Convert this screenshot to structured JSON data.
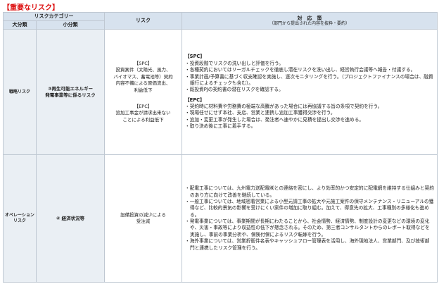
{
  "page": {
    "title": "【重要なリスク】"
  },
  "header": {
    "category": "リスクカテゴリー",
    "major": "大分類",
    "minor": "小分類",
    "risk": "リスク",
    "measure": "対　応　策",
    "measure_note": "（部門から提出された内容を抜粋・要約）"
  },
  "rows": [
    {
      "major": "戦略リスク",
      "minor_lines": [
        "③再生可能エネルギー",
        "発電事業等に係るリスク"
      ],
      "risks": [
        {
          "tag": "【SPC】",
          "lines": [
            "投資案件（太陽光、風力、",
            "バイオマス、蓄電池等）契約",
            "内容不備による原価流出、",
            "利益低下"
          ]
        },
        {
          "tag": "【EPC】",
          "lines": [
            "追加工事金が請求出来ない",
            "ことによる利益低下"
          ]
        }
      ],
      "measures": [
        {
          "tag": "【SPC】",
          "items": [
            "投資段階でリスクの洗い出しと評価を行う。",
            "各種契約においてはリーガルチェックを徹底し潜在リスクを洗い出し、経営執行会議等へ報告・付議する。",
            "事業計画/予算書に基づく収支確認を実施し、逐次モニタリングを行う。（プロジェクトファイナンスの場合は、融資銀行によるチェックも含む）。",
            "既投資PJの契約書の潜在リスクを確認する。"
          ]
        },
        {
          "tag": "【EPC】",
          "items": [
            "契約時に材料費や労務費の極端な高騰があった場合には再協議する旨の条項で契約を行う。",
            "現場任せにせず本社、支店、営業と連携し追加工事獲得交渉を行う。",
            "追加・変更工事が発生した場合は、発注者へ速やかに見積を提出し交渉を進める。",
            "取り決め後に工事に着手する。"
          ]
        }
      ]
    },
    {
      "major_lines": [
        "オペレーション",
        "リスク"
      ],
      "minor_lines": [
        "④ 経済状況等"
      ],
      "risks": [
        {
          "tag": "",
          "lines": [
            "設備投資の減少による",
            "受注減"
          ]
        }
      ],
      "measures": [
        {
          "tag": "",
          "items": [
            "配電工事については、九州電力送配電㈱との連絡を密にし、より効率的かつ安定的に配電網を維持する仕組みと契約のあり方に向けて改善を継続している。",
            "一般工事については、地域密着営業による小型元請工事の拡大や元施工案件の保守メンテナンス・リニューアルの獲得など、比較的景気の影響を受けにくい案件の増加に取り組む。加えて、得意先の拡大、工事種別の多様化も進める。",
            "発電事業については、事業期間が長期にわたることから、社会情勢、経済情勢、制度設計の変更などの環境の変化や、災害・事故等により収益性の低下が懸念される。そのため、第三者コンサルタントからのレポート取得などを実施し、事前の事業分析や、保険付保によるリスク転嫁を行う。",
            "海外事業については、営業折衝件名表やキャッシュフロー管理表を活用し、海外現地法人、営業部門、及び技術部門と連携したリスク管理を行う。"
          ]
        }
      ]
    }
  ]
}
